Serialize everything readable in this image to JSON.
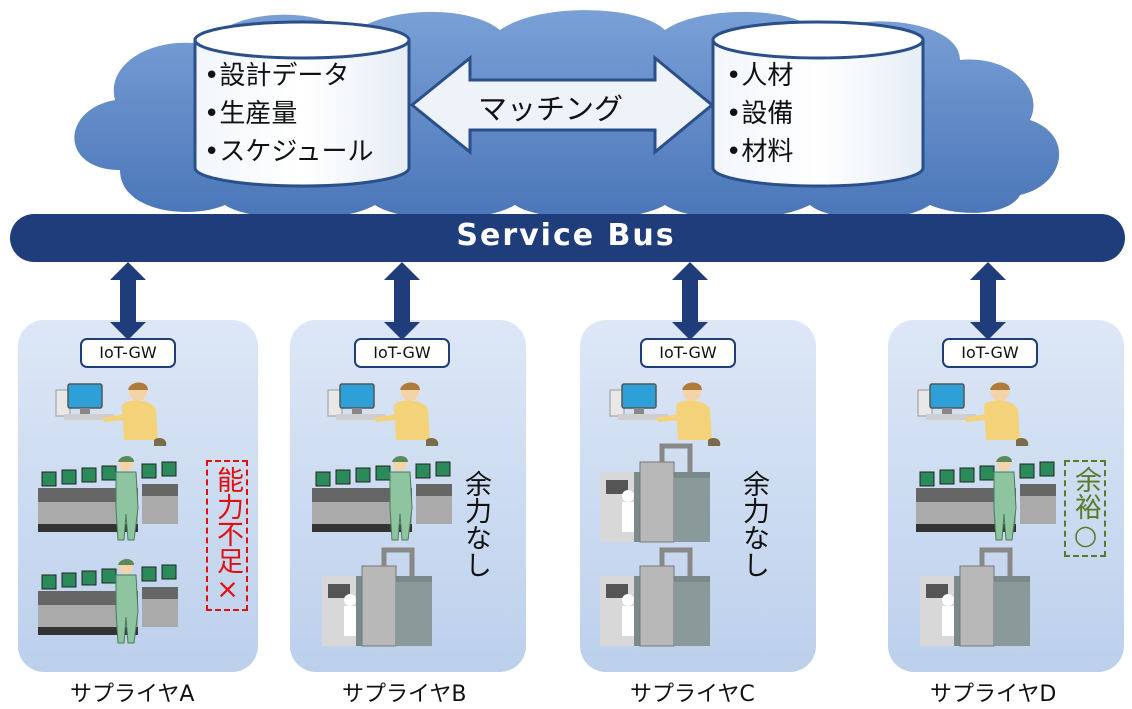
{
  "cloud": {
    "left_db": {
      "items": [
        "•設計データ",
        "•生産量",
        "•スケジュール"
      ]
    },
    "matching_label": "マッチング",
    "right_db": {
      "items": [
        "•人材",
        "•設備",
        "•材料"
      ]
    }
  },
  "bus": {
    "label": "Service Bus"
  },
  "suppliers": [
    {
      "name": "サプライヤA",
      "gateway": "IoT-GW",
      "status": "能力不足×",
      "status_style": "red"
    },
    {
      "name": "サプライヤB",
      "gateway": "IoT-GW",
      "status": "余力なし",
      "status_style": "plain"
    },
    {
      "name": "サプライヤC",
      "gateway": "IoT-GW",
      "status": "余力なし",
      "status_style": "plain"
    },
    {
      "name": "サプライヤD",
      "gateway": "IoT-GW",
      "status": "余裕○",
      "status_style": "green"
    }
  ],
  "colors": {
    "cloud": "#5b86c4",
    "bus": "#1f3d7a",
    "panel": "#c8d8ef",
    "status_red": "#e01010",
    "status_green": "#5a7a2a"
  }
}
